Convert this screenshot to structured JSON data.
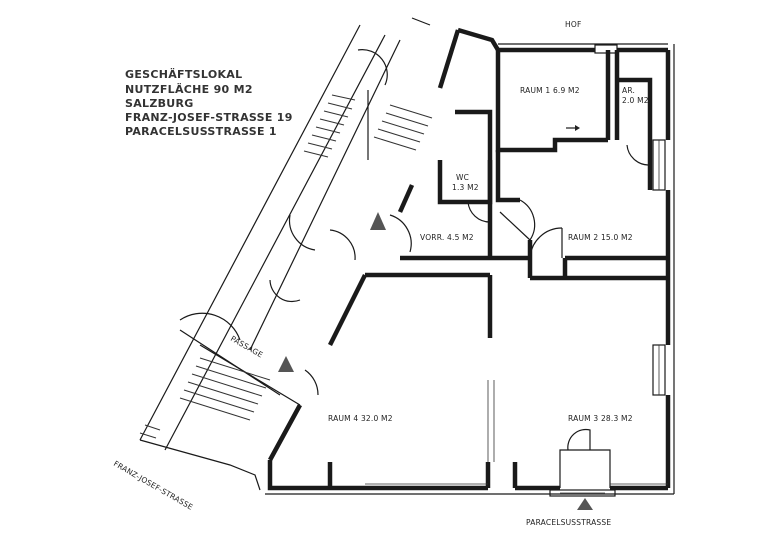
{
  "header": {
    "lines": [
      "GESCHÄFTSLOKAL",
      "NUTZFLÄCHE   90 M2",
      "SALZBURG",
      "FRANZ-JOSEF-STRASSE 19",
      "PARACELSUSSTRASSE   1"
    ]
  },
  "labels": {
    "hof": "HOF",
    "passage": "PASSAGE",
    "street_west": "FRANZ-JOSEF-STRASSE",
    "street_south": "PARACELSUSSTRASSE"
  },
  "rooms": {
    "raum1": "RAUM 1   6.9 M2",
    "ar": "AR.",
    "ar_area": "2.0 M2",
    "wc": "WC",
    "wc_area": "1.3 M2",
    "vorr": "VORR.   4.5 M2",
    "raum2": "RAUM 2   15.0 M2",
    "raum3": "RAUM 3   28.3 M2",
    "raum4": "RAUM 4   32.0 M2"
  }
}
